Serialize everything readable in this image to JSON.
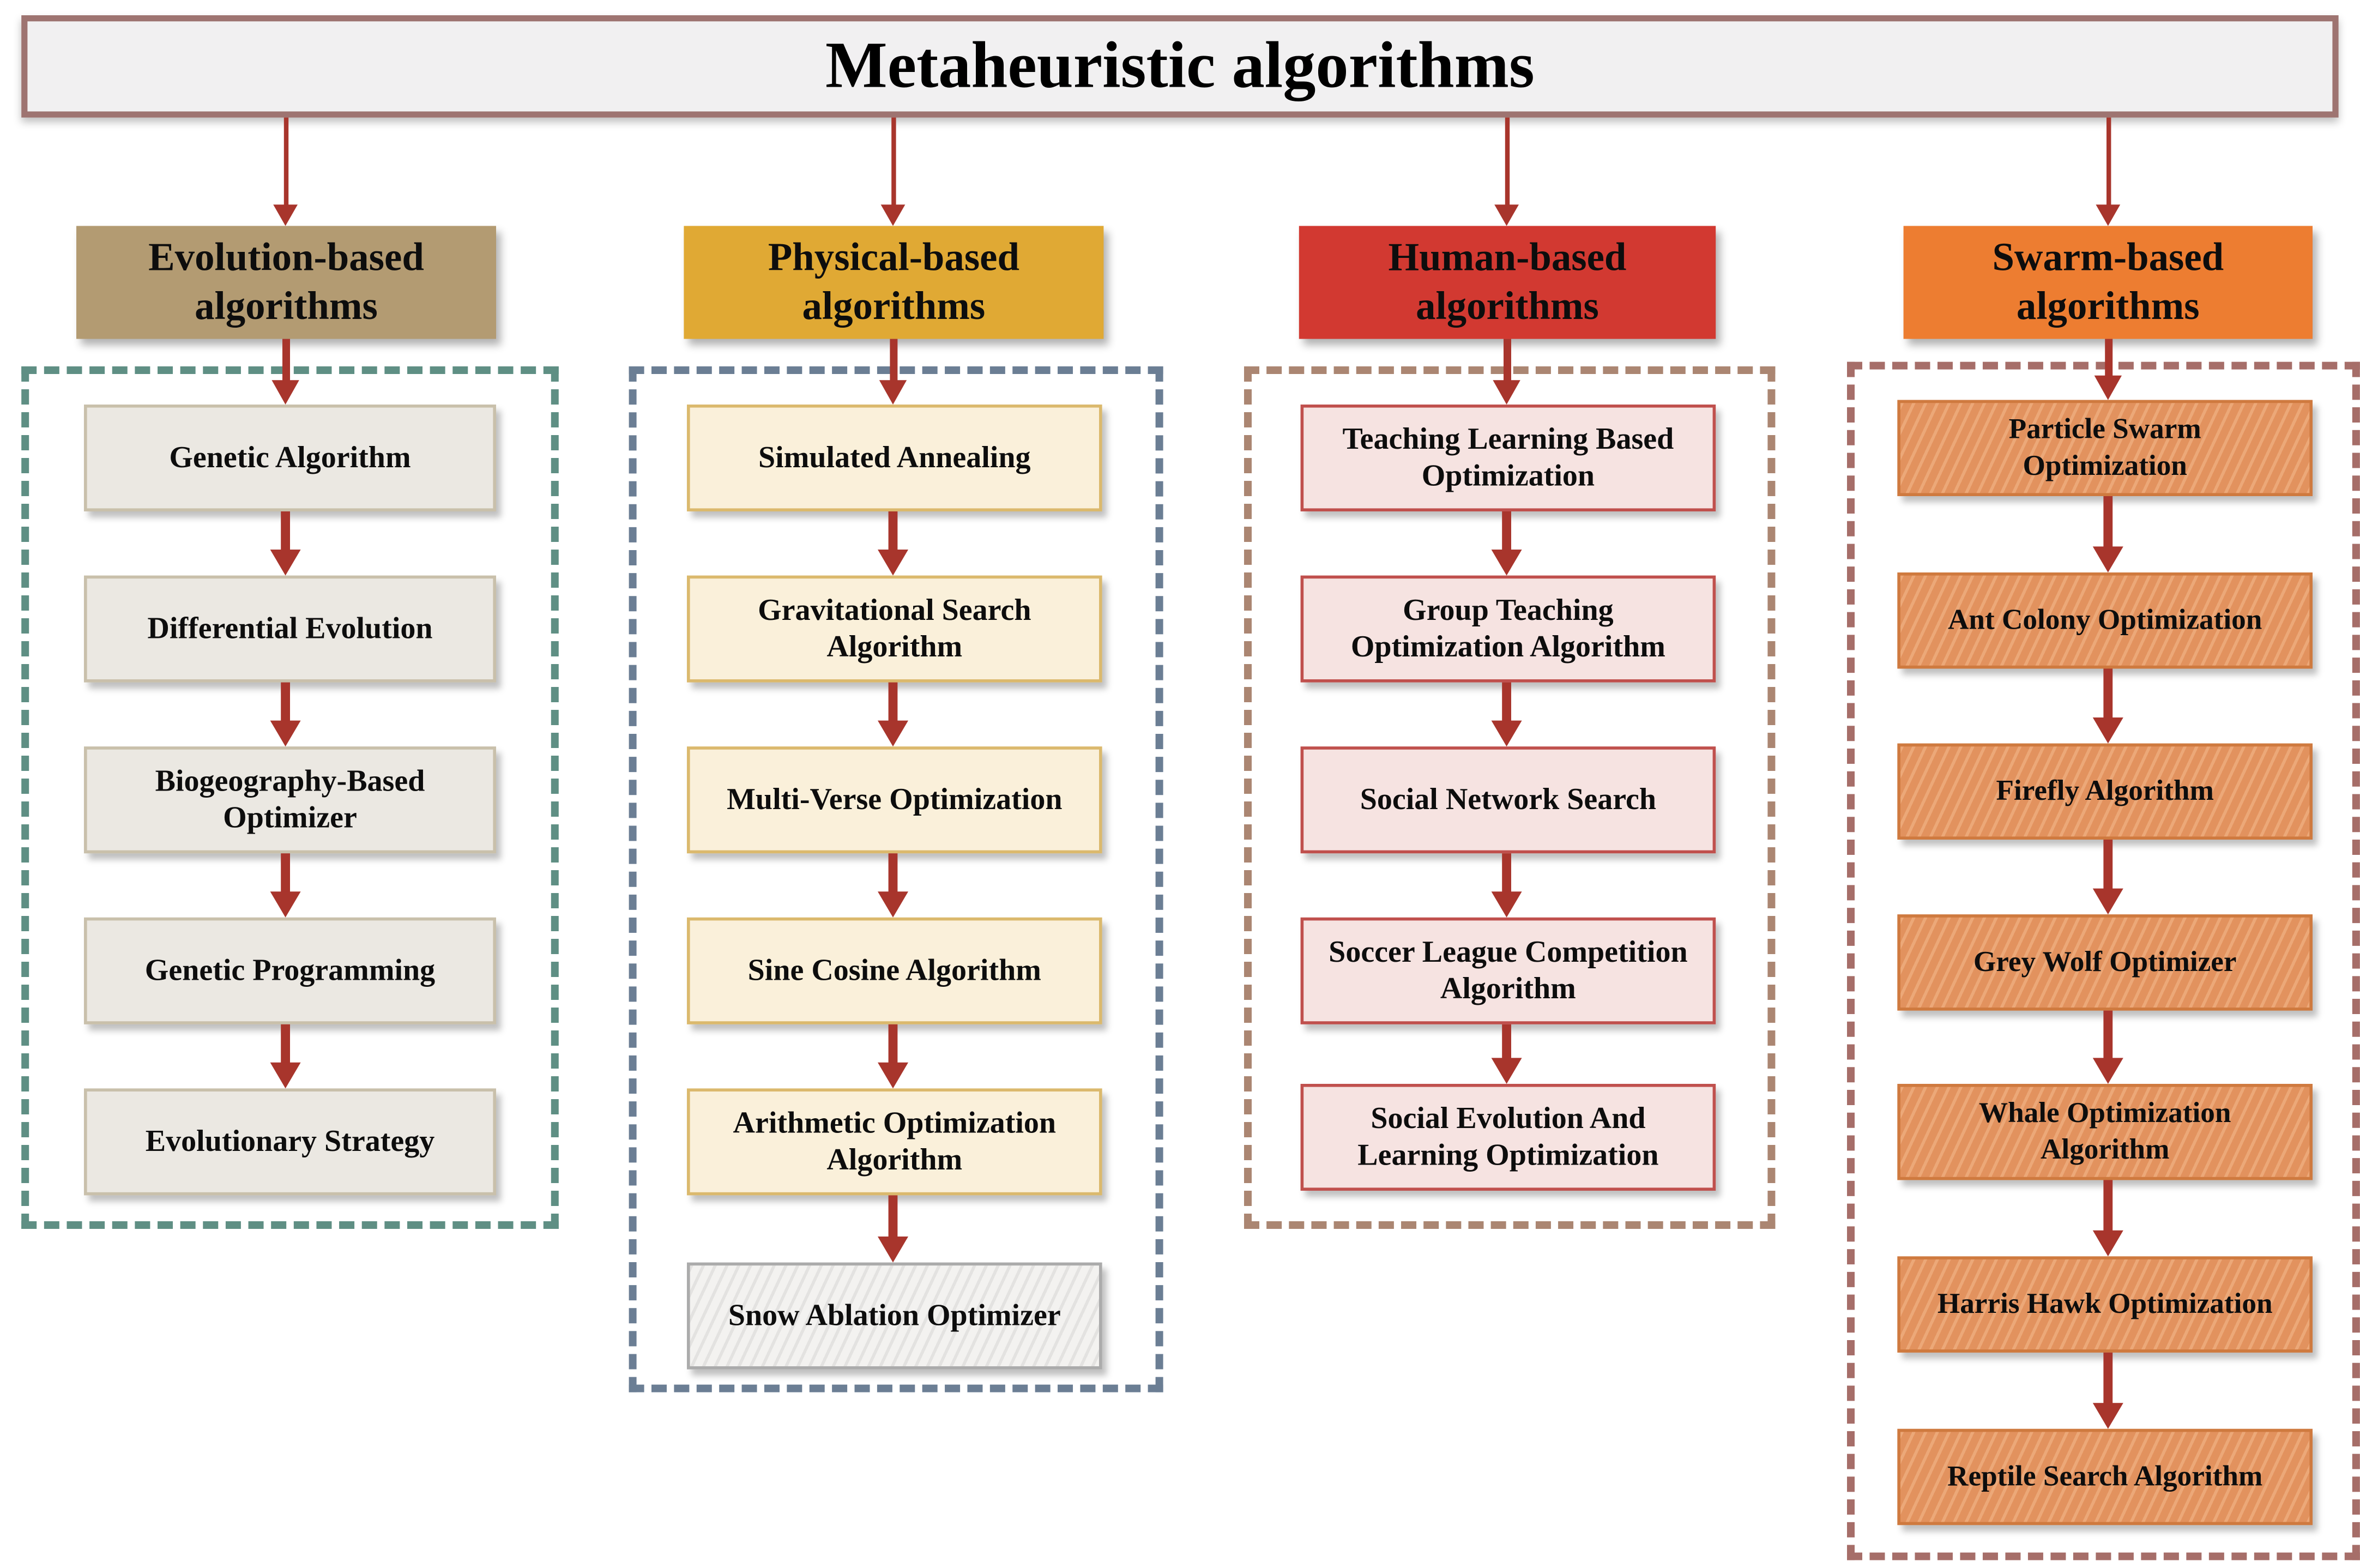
{
  "title": "Metaheuristic algorithms",
  "arrow_color": "#a8352c",
  "title_box": {
    "bg": "#f1f0f1",
    "border": "#9e7471"
  },
  "box_styles": {
    "beige": {
      "bg": "#ebe8e2",
      "border": "#c9c0ab",
      "hatch": false,
      "hatch_color": ""
    },
    "cream": {
      "bg": "#faf0da",
      "border": "#dbb96d",
      "hatch": false,
      "hatch_color": ""
    },
    "gray-hatch": {
      "bg": "#f3f2f0",
      "border": "#ababab",
      "hatch": true,
      "hatch_color": "rgba(170,170,170,0.22)"
    },
    "pink": {
      "bg": "#f6e3e1",
      "border": "#c0504d",
      "hatch": false,
      "hatch_color": ""
    },
    "orange-hatch": {
      "bg": "#e2925e",
      "border": "#cf7a3f",
      "hatch": true,
      "hatch_color": "rgba(255,210,170,0.35)"
    }
  },
  "columns": [
    {
      "id": "evolution",
      "header": "Evolution-based algorithms",
      "header_bg": "#b39b72",
      "dash_color": "#5f8f84",
      "item_style": "beige",
      "items": [
        {
          "label": "Genetic Algorithm"
        },
        {
          "label": "Differential Evolution"
        },
        {
          "label": "Biogeography-Based Optimizer"
        },
        {
          "label": "Genetic Programming"
        },
        {
          "label": "Evolutionary Strategy"
        }
      ]
    },
    {
      "id": "physical",
      "header": "Physical-based algorithms",
      "header_bg": "#e0a934",
      "dash_color": "#6b7e94",
      "item_style": "cream",
      "items": [
        {
          "label": "Simulated Annealing"
        },
        {
          "label": "Gravitational Search Algorithm"
        },
        {
          "label": "Multi-Verse Optimization"
        },
        {
          "label": "Sine Cosine Algorithm"
        },
        {
          "label": "Arithmetic Optimization Algorithm"
        },
        {
          "label": "Snow Ablation Optimizer",
          "style": "gray-hatch"
        }
      ]
    },
    {
      "id": "human",
      "header": "Human-based algorithms",
      "header_bg": "#d23931",
      "dash_color": "#ab8672",
      "item_style": "pink",
      "items": [
        {
          "label": "Teaching Learning Based Optimization"
        },
        {
          "label": "Group Teaching Optimization Algorithm"
        },
        {
          "label": "Social Network Search"
        },
        {
          "label": "Soccer League Competition Algorithm"
        },
        {
          "label": "Social Evolution And Learning Optimization"
        }
      ]
    },
    {
      "id": "swarm",
      "header": "Swarm-based algorithms",
      "header_bg": "#ed7d31",
      "dash_color": "#a66e69",
      "item_style": "orange-hatch",
      "items": [
        {
          "label": "Particle Swarm Optimization"
        },
        {
          "label": "Ant Colony Optimization"
        },
        {
          "label": "Firefly Algorithm"
        },
        {
          "label": "Grey Wolf Optimizer"
        },
        {
          "label": "Whale Optimization Algorithm"
        },
        {
          "label": "Harris Hawk Optimization"
        },
        {
          "label": "Reptile Search Algorithm"
        }
      ]
    }
  ]
}
